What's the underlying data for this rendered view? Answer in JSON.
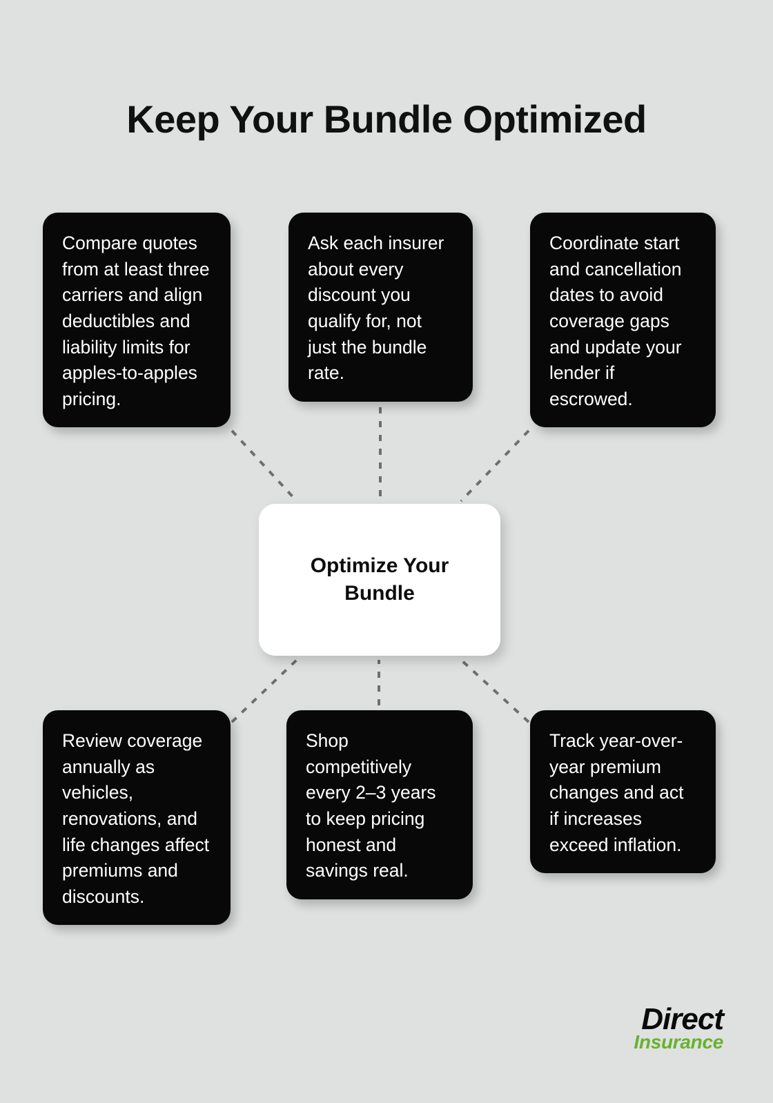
{
  "page": {
    "title": "Keep Your Bundle Optimized",
    "background_color": "#dfe1e1"
  },
  "hub": {
    "label": "Optimize Your Bundle",
    "background_color": "#ffffff",
    "text_color": "#0d0d0d"
  },
  "connectors": {
    "style": "dashed",
    "color": "#6e6e6e",
    "width": 4,
    "dash": "9 11"
  },
  "nodes": [
    {
      "id": "node-0",
      "position": "top-left",
      "text": "Compare quotes from at least three carriers and align deductibles and liability limits for apples-to-apples pricing.",
      "background_color": "#080808",
      "text_color": "#ffffff"
    },
    {
      "id": "node-1",
      "position": "top-center",
      "text": "Ask each insurer about every discount you qualify for, not just the bundle rate.",
      "background_color": "#080808",
      "text_color": "#ffffff"
    },
    {
      "id": "node-2",
      "position": "top-right",
      "text": "Coordinate start and cancellation dates to avoid coverage gaps and update your lender if escrowed.",
      "background_color": "#080808",
      "text_color": "#ffffff"
    },
    {
      "id": "node-3",
      "position": "bottom-left",
      "text": "Review coverage annually as vehicles, renovations, and life changes affect premiums and discounts.",
      "background_color": "#080808",
      "text_color": "#ffffff"
    },
    {
      "id": "node-4",
      "position": "bottom-center",
      "text": "Shop competitively every 2–3 years to keep pricing honest and savings real.",
      "background_color": "#080808",
      "text_color": "#ffffff"
    },
    {
      "id": "node-5",
      "position": "bottom-right",
      "text": "Track year-over-year premium changes and act if increases exceed inflation.",
      "background_color": "#080808",
      "text_color": "#ffffff"
    }
  ],
  "logo": {
    "primary": "Direct",
    "secondary": "Insurance",
    "primary_color": "#0a0a0a",
    "secondary_color": "#67b22e"
  }
}
